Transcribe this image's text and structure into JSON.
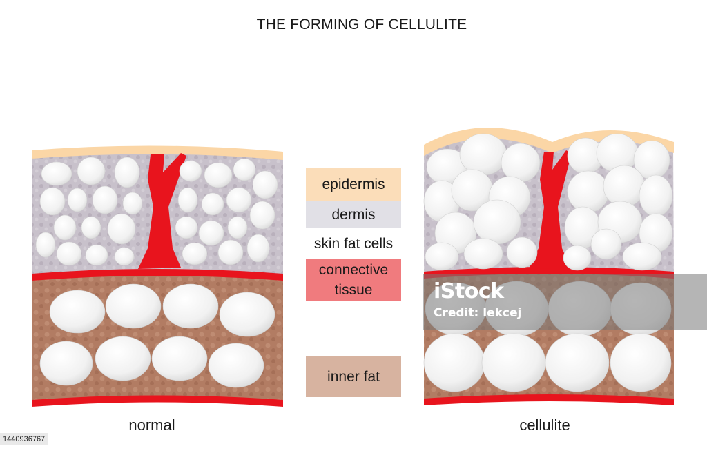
{
  "title": "THE FORMING OF CELLULITE",
  "legend": [
    {
      "label": "epidermis",
      "color": "#fbddb9"
    },
    {
      "label": "dermis",
      "color": "#e1e0e6"
    },
    {
      "label": "skin fat cells",
      "color": "#ffffff"
    },
    {
      "label": "connective\ntissue",
      "color": "#f07b7e"
    },
    {
      "label": "inner fat",
      "color": "#d7b3a0"
    }
  ],
  "captions": {
    "left": "normal",
    "right": "cellulite"
  },
  "watermark": {
    "logo": "iStock",
    "credit": "Credit: lekcej"
  },
  "stock_id": "1440936767",
  "colors": {
    "epidermis": "#fbd6a6",
    "dermis": "#c9c3cc",
    "connective": "#e8141d",
    "inner_fat": "#b57f66",
    "fat_cell": "#f4f4f4"
  }
}
